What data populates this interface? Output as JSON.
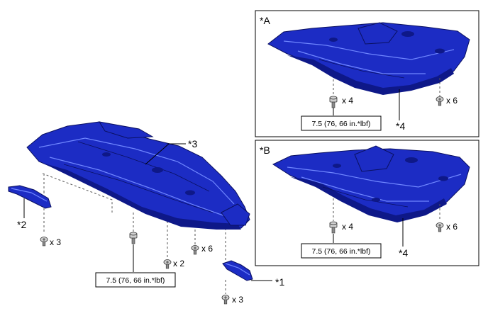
{
  "main": {
    "label_part1": "*1",
    "label_part2": "*2",
    "label_part3": "*3",
    "qty_left_bolts": "x 3",
    "qty_center_bolts": "x 2",
    "qty_rear_bolts": "x 6",
    "qty_part1_bolts": "x 3",
    "torque": "7.5 (76, 66 in.*lbf)"
  },
  "panel_a": {
    "title": "*A",
    "qty_front": "x 4",
    "qty_rear": "x 6",
    "torque": "7.5 (76, 66 in.*lbf)",
    "label_part4": "*4"
  },
  "panel_b": {
    "title": "*B",
    "qty_front": "x 4",
    "qty_rear": "x 6",
    "torque": "7.5 (76, 66 in.*lbf)",
    "label_part4": "*4"
  },
  "colors": {
    "cover": "#1c2cc4",
    "cover_outline": "#0a1060",
    "cover_highlight": "#6f86ff"
  }
}
